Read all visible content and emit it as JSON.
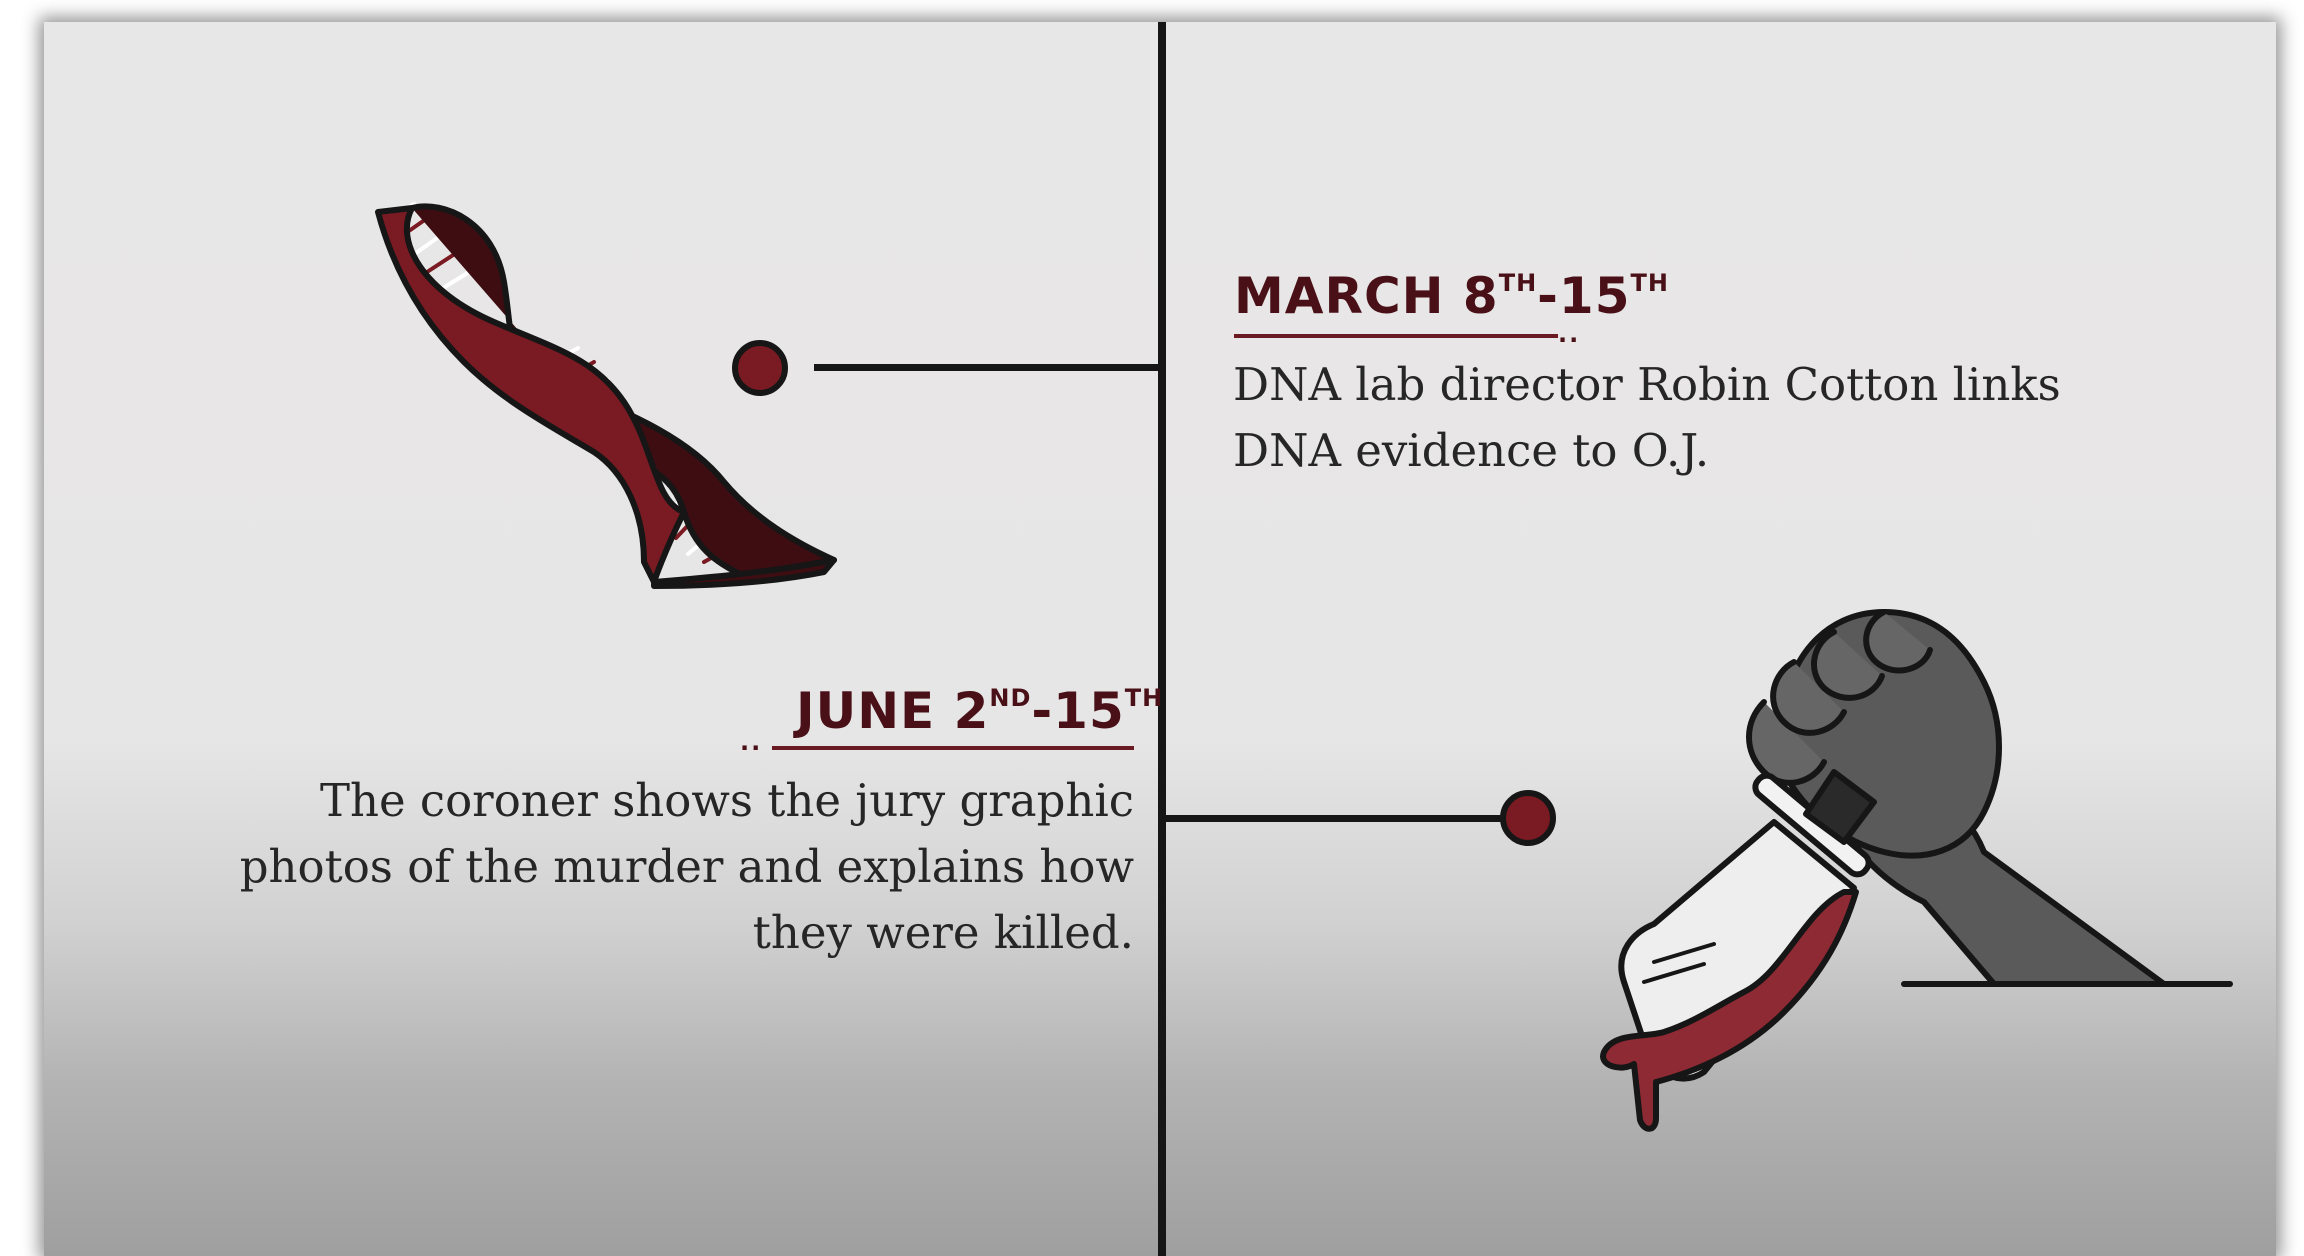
{
  "timeline": {
    "events": [
      {
        "date_main": "MARCH 8",
        "date_sup1": "TH",
        "date_mid": "-15",
        "date_sup2": "TH",
        "description": "DNA lab director Robin Cotton links DNA evidence to O.J."
      },
      {
        "date_main": "JUNE 2",
        "date_sup1": "ND",
        "date_mid": "-15",
        "date_sup2": "TH",
        "description": "The coroner shows the jury graphic photos of the murder and explains how they were killed."
      }
    ]
  },
  "colors": {
    "accent": "#7a1a22",
    "heading": "#4a1017",
    "line": "#161616",
    "text": "#262626",
    "glove": "#5a5a5a"
  },
  "icons": {
    "event_1": "dna-helix-icon",
    "event_2": "bloody-knife-glove-icon"
  }
}
